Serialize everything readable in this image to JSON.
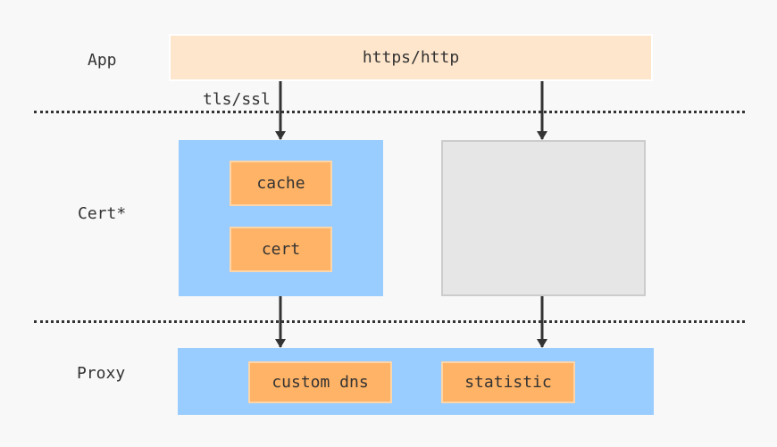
{
  "layers": {
    "app": "App",
    "cert": "Cert*",
    "proxy": "Proxy"
  },
  "app_bar": {
    "label": "https/http"
  },
  "edge": {
    "tls_label": "tls/ssl"
  },
  "cert_box": {
    "items": [
      "cache",
      "cert"
    ]
  },
  "proxy_box": {
    "items": [
      "custom dns",
      "statistic"
    ]
  },
  "colors": {
    "app_bar": "#fee6cc",
    "container_blue": "#99ccff",
    "container_gray": "#e6e6e6",
    "chip_orange": "#ffb366",
    "arrow": "#333333",
    "background": "#f8f8f8"
  }
}
